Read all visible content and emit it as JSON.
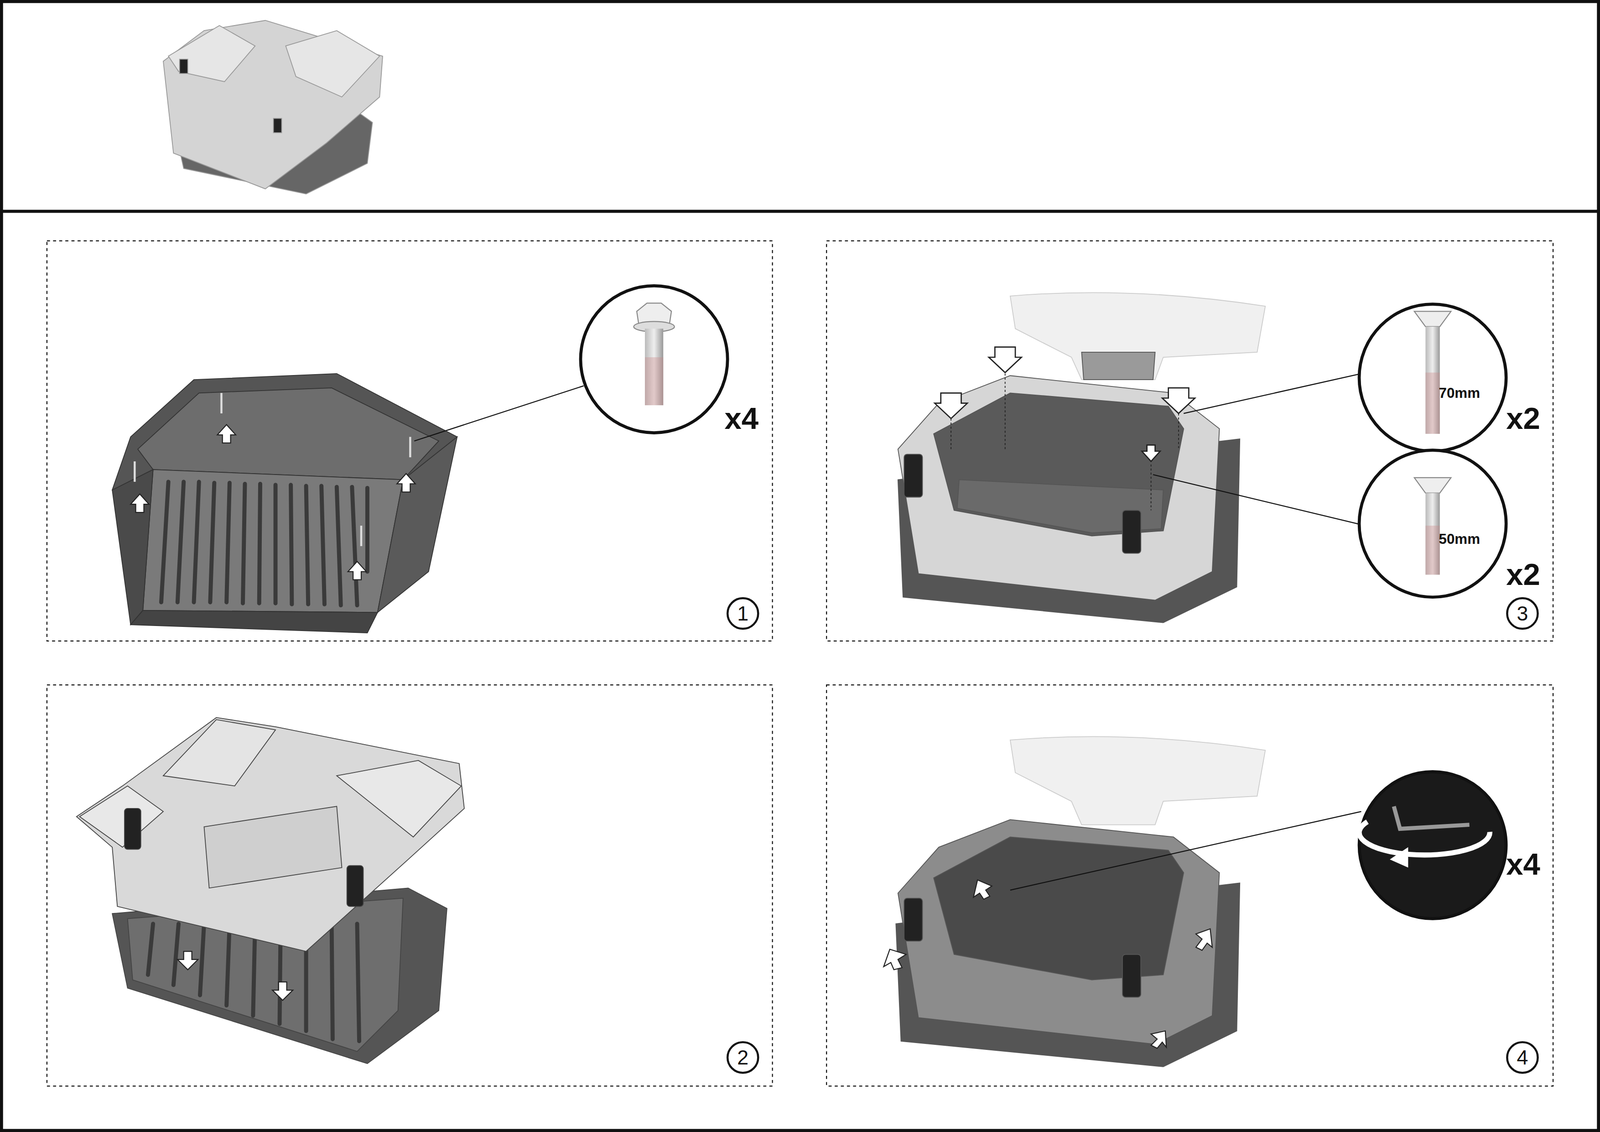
{
  "diagram": {
    "nodes": [
      {
        "text": [
          "1"
        ]
      },
      {
        "text": [
          "70mm"
        ]
      },
      {
        "text": [
          "50mm"
        ]
      },
      {
        "text": [
          "3"
        ]
      },
      {
        "text": [
          "2"
        ]
      },
      {
        "text": [
          "4"
        ]
      }
    ],
    "labels": [
      "x4",
      "x2",
      "x2",
      "x4"
    ]
  }
}
